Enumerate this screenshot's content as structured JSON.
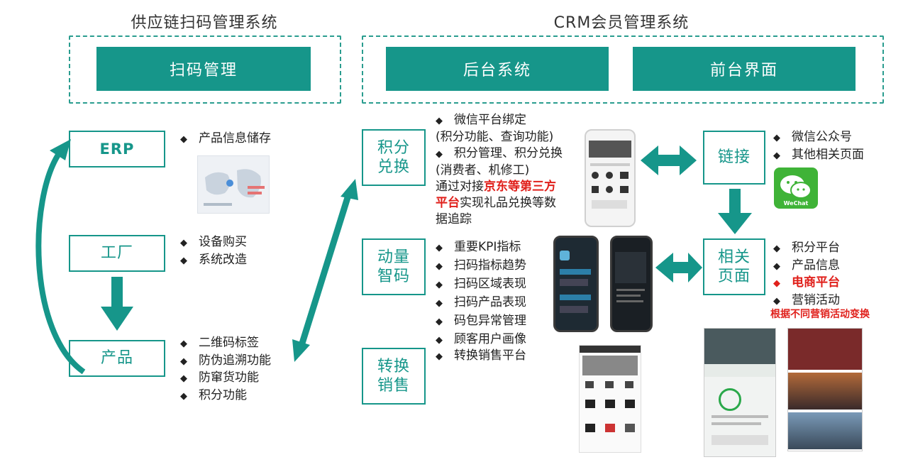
{
  "left_section": {
    "title": "供应链扫码管理系统",
    "header_box": "扫码管理",
    "nodes": {
      "erp": "ERP",
      "factory": "工厂",
      "product": "产品"
    },
    "erp_bullets": [
      "产品信息储存"
    ],
    "factory_bullets": [
      "设备购买",
      "系统改造"
    ],
    "product_bullets": [
      "二维码标签",
      "防伪追溯功能",
      "防窜货功能",
      "积分功能"
    ]
  },
  "right_section": {
    "title": "CRM会员管理系统",
    "header_boxes": [
      "后台系统",
      "前台界面"
    ],
    "nodes": {
      "points_l1": "积分",
      "points_l2": "兑换",
      "dynamic_l1": "动量",
      "dynamic_l2": "智码",
      "convert_l1": "转换",
      "convert_l2": "销售",
      "link": "链接",
      "related_l1": "相关",
      "related_l2": "页面"
    },
    "points_text": {
      "line1": "微信平台绑定",
      "line2": "(积分功能、查询功能)",
      "line3": "积分管理、积分兑换",
      "line4": "(消费者、机修工)",
      "line5_a": "通过对接",
      "line5_b": "京东等第三方",
      "line6_a": "平台",
      "line6_b": "实现礼品兑换等数",
      "line7": "据追踪"
    },
    "dynamic_bullets": [
      "重要KPI指标",
      "扫码指标趋势",
      "扫码区域表现",
      "扫码产品表现",
      "码包异常管理",
      "顾客用户画像"
    ],
    "convert_bullets": [
      "转换销售平台"
    ],
    "link_bullets": [
      "微信公众号",
      "其他相关页面"
    ],
    "related_bullets": [
      "积分平台",
      "产品信息",
      "电商平台",
      "营销活动"
    ],
    "related_note": "根据不同营销活动变换",
    "wechat_logo_text": "WeChat"
  },
  "colors": {
    "teal": "#16968a",
    "red": "#e0201b",
    "dashed": "#2a9d8f"
  },
  "icons": [
    "diamond-bullet-icon",
    "double-arrow-icon",
    "down-arrow-icon",
    "curved-arrow-icon",
    "wechat-icon"
  ]
}
